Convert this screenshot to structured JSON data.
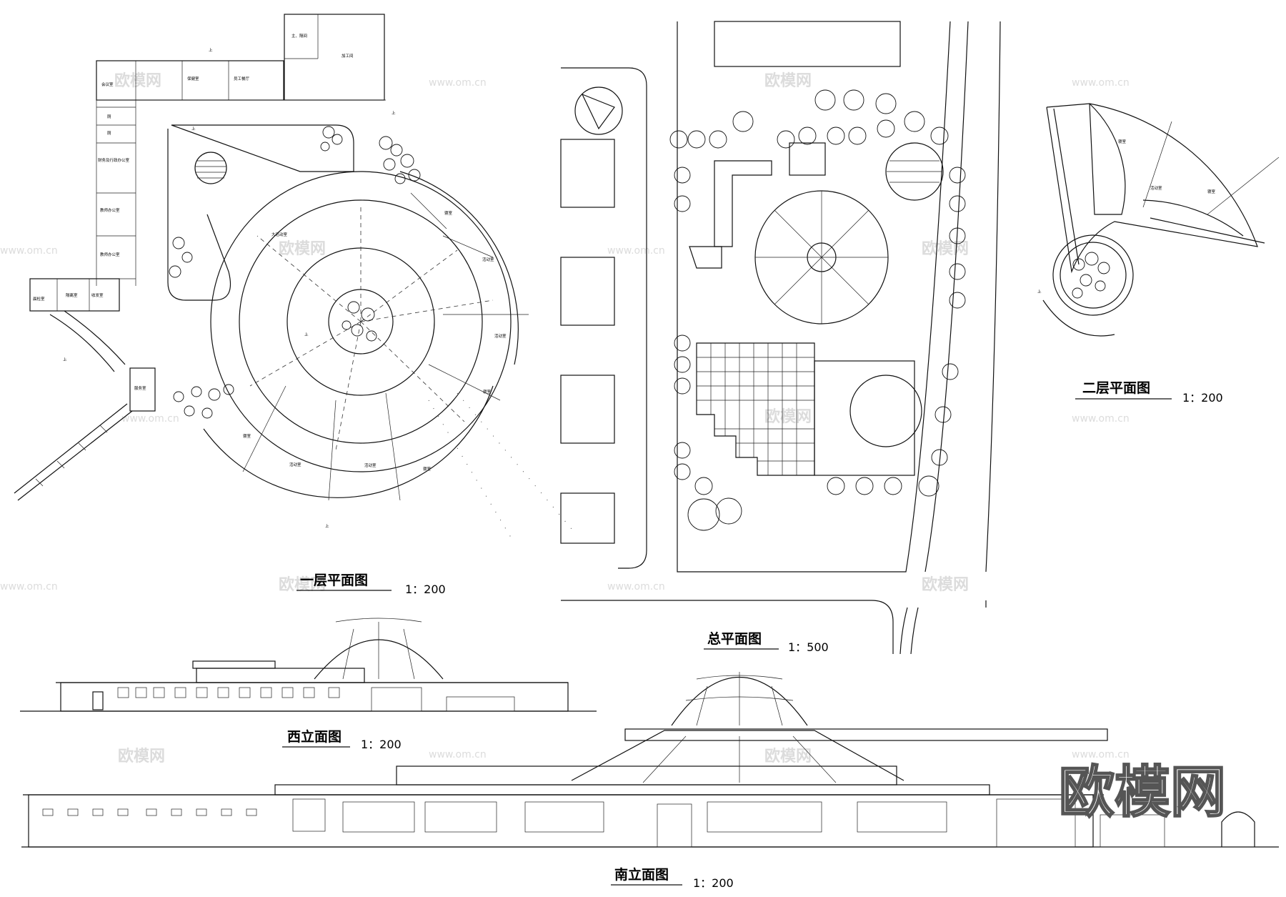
{
  "sheet": {
    "watermark": {
      "brand": "欧模网",
      "url": "www.om.cn"
    }
  },
  "drawings": {
    "first_floor": {
      "title": "一层平面图",
      "scale": "1：200"
    },
    "site_plan": {
      "title": "总平面图",
      "scale": "1：500"
    },
    "second_floor": {
      "title": "二层平面图",
      "scale": "1：200"
    },
    "west_elev": {
      "title": "西立面图",
      "scale": "1：200"
    },
    "south_elev": {
      "title": "南立面图",
      "scale": "1：200"
    }
  },
  "rooms": {
    "first_floor": [
      "会议室",
      "保健室",
      "员工餐厅",
      "加工间",
      "主、隔间",
      "财务及行政办公室",
      "教师办公室",
      "教师办公室",
      "晨检室",
      "隔离室",
      "收发室",
      "服务室",
      "大活动室",
      "寝室",
      "活动室",
      "活动室",
      "寝室",
      "寝室",
      "活动室",
      "活动室",
      "寝室",
      "厕",
      "厕"
    ],
    "second_floor": [
      "寝室",
      "活动室",
      "寝室"
    ]
  },
  "labels": {
    "up": "上"
  },
  "colors": {
    "ink": "#111111",
    "watermark": "#dcdcdc"
  }
}
